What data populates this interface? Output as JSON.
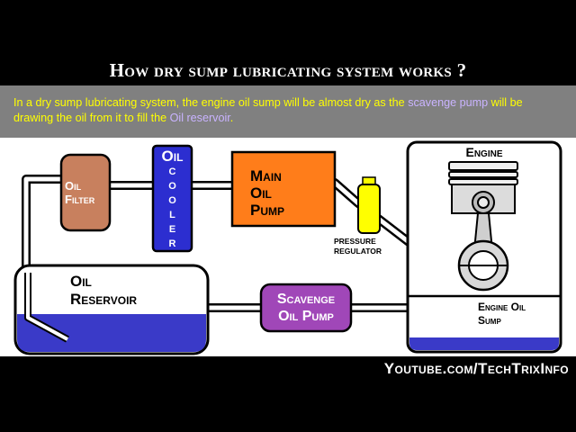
{
  "title": "How dry sump lubricating system works ?",
  "description": {
    "part1": "In a dry sump lubricating system, the engine oil sump will be almost dry as the ",
    "highlight1": "scavenge pump",
    "part2": " will be drawing the oil from it to fill the ",
    "highlight2": "Oil reservoir",
    "part3": "."
  },
  "diagram": {
    "oil_filter": {
      "line1": "Oil",
      "line2": "Filter"
    },
    "oil_cooler": {
      "head": "Oil",
      "letters": [
        "C",
        "O",
        "O",
        "L",
        "E",
        "R"
      ]
    },
    "main_oil_pump": {
      "line1": "Main",
      "line2": "Oil",
      "line3": "Pump"
    },
    "pressure_regulator": {
      "line1": "PRESSURE",
      "line2": "REGULATOR"
    },
    "engine": "Engine",
    "oil_reservoir": {
      "line1": "Oil",
      "line2": "Reservoir"
    },
    "scavenge_pump": {
      "line1": "Scavenge",
      "line2": "Oil Pump"
    },
    "engine_oil_sump": {
      "line1": "Engine Oil",
      "line2": "Sump"
    }
  },
  "colors": {
    "oil_filter": "#c8805e",
    "oil_cooler": "#2c2ed0",
    "main_pump": "#ff7d1a",
    "regulator": "#ffff00",
    "scavenge_pump": "#a047b8",
    "oil": "#3a3ac8"
  },
  "footer": "Youtube.com/TechTrixInfo"
}
